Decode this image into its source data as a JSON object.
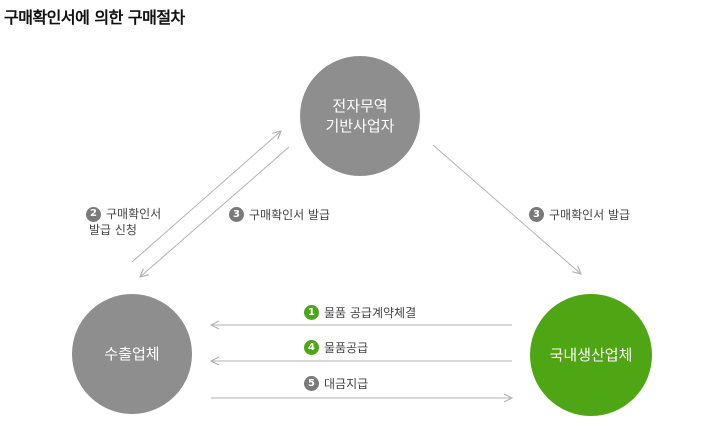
{
  "title": "구매확인서에 의한 구매절차",
  "nodes": {
    "platform": {
      "line1": "전자무역",
      "line2": "기반사업자"
    },
    "exporter": "수출업체",
    "domestic": "국내생산업체"
  },
  "steps": {
    "s2": {
      "num": "2",
      "line1": "구매확인서",
      "line2": "발급 신청"
    },
    "s3_left": {
      "num": "3",
      "text": "구매확인서 발급"
    },
    "s3_right": {
      "num": "3",
      "text": "구매확인서 발급"
    },
    "s1": {
      "num": "1",
      "text": "물품 공급계약체결"
    },
    "s4": {
      "num": "4",
      "text": "물품공급"
    },
    "s5": {
      "num": "5",
      "text": "대금지급"
    }
  },
  "colors": {
    "gray_node": "#8e8e8e",
    "green_node": "#4ea615",
    "arrow": "#b3b3b3"
  }
}
